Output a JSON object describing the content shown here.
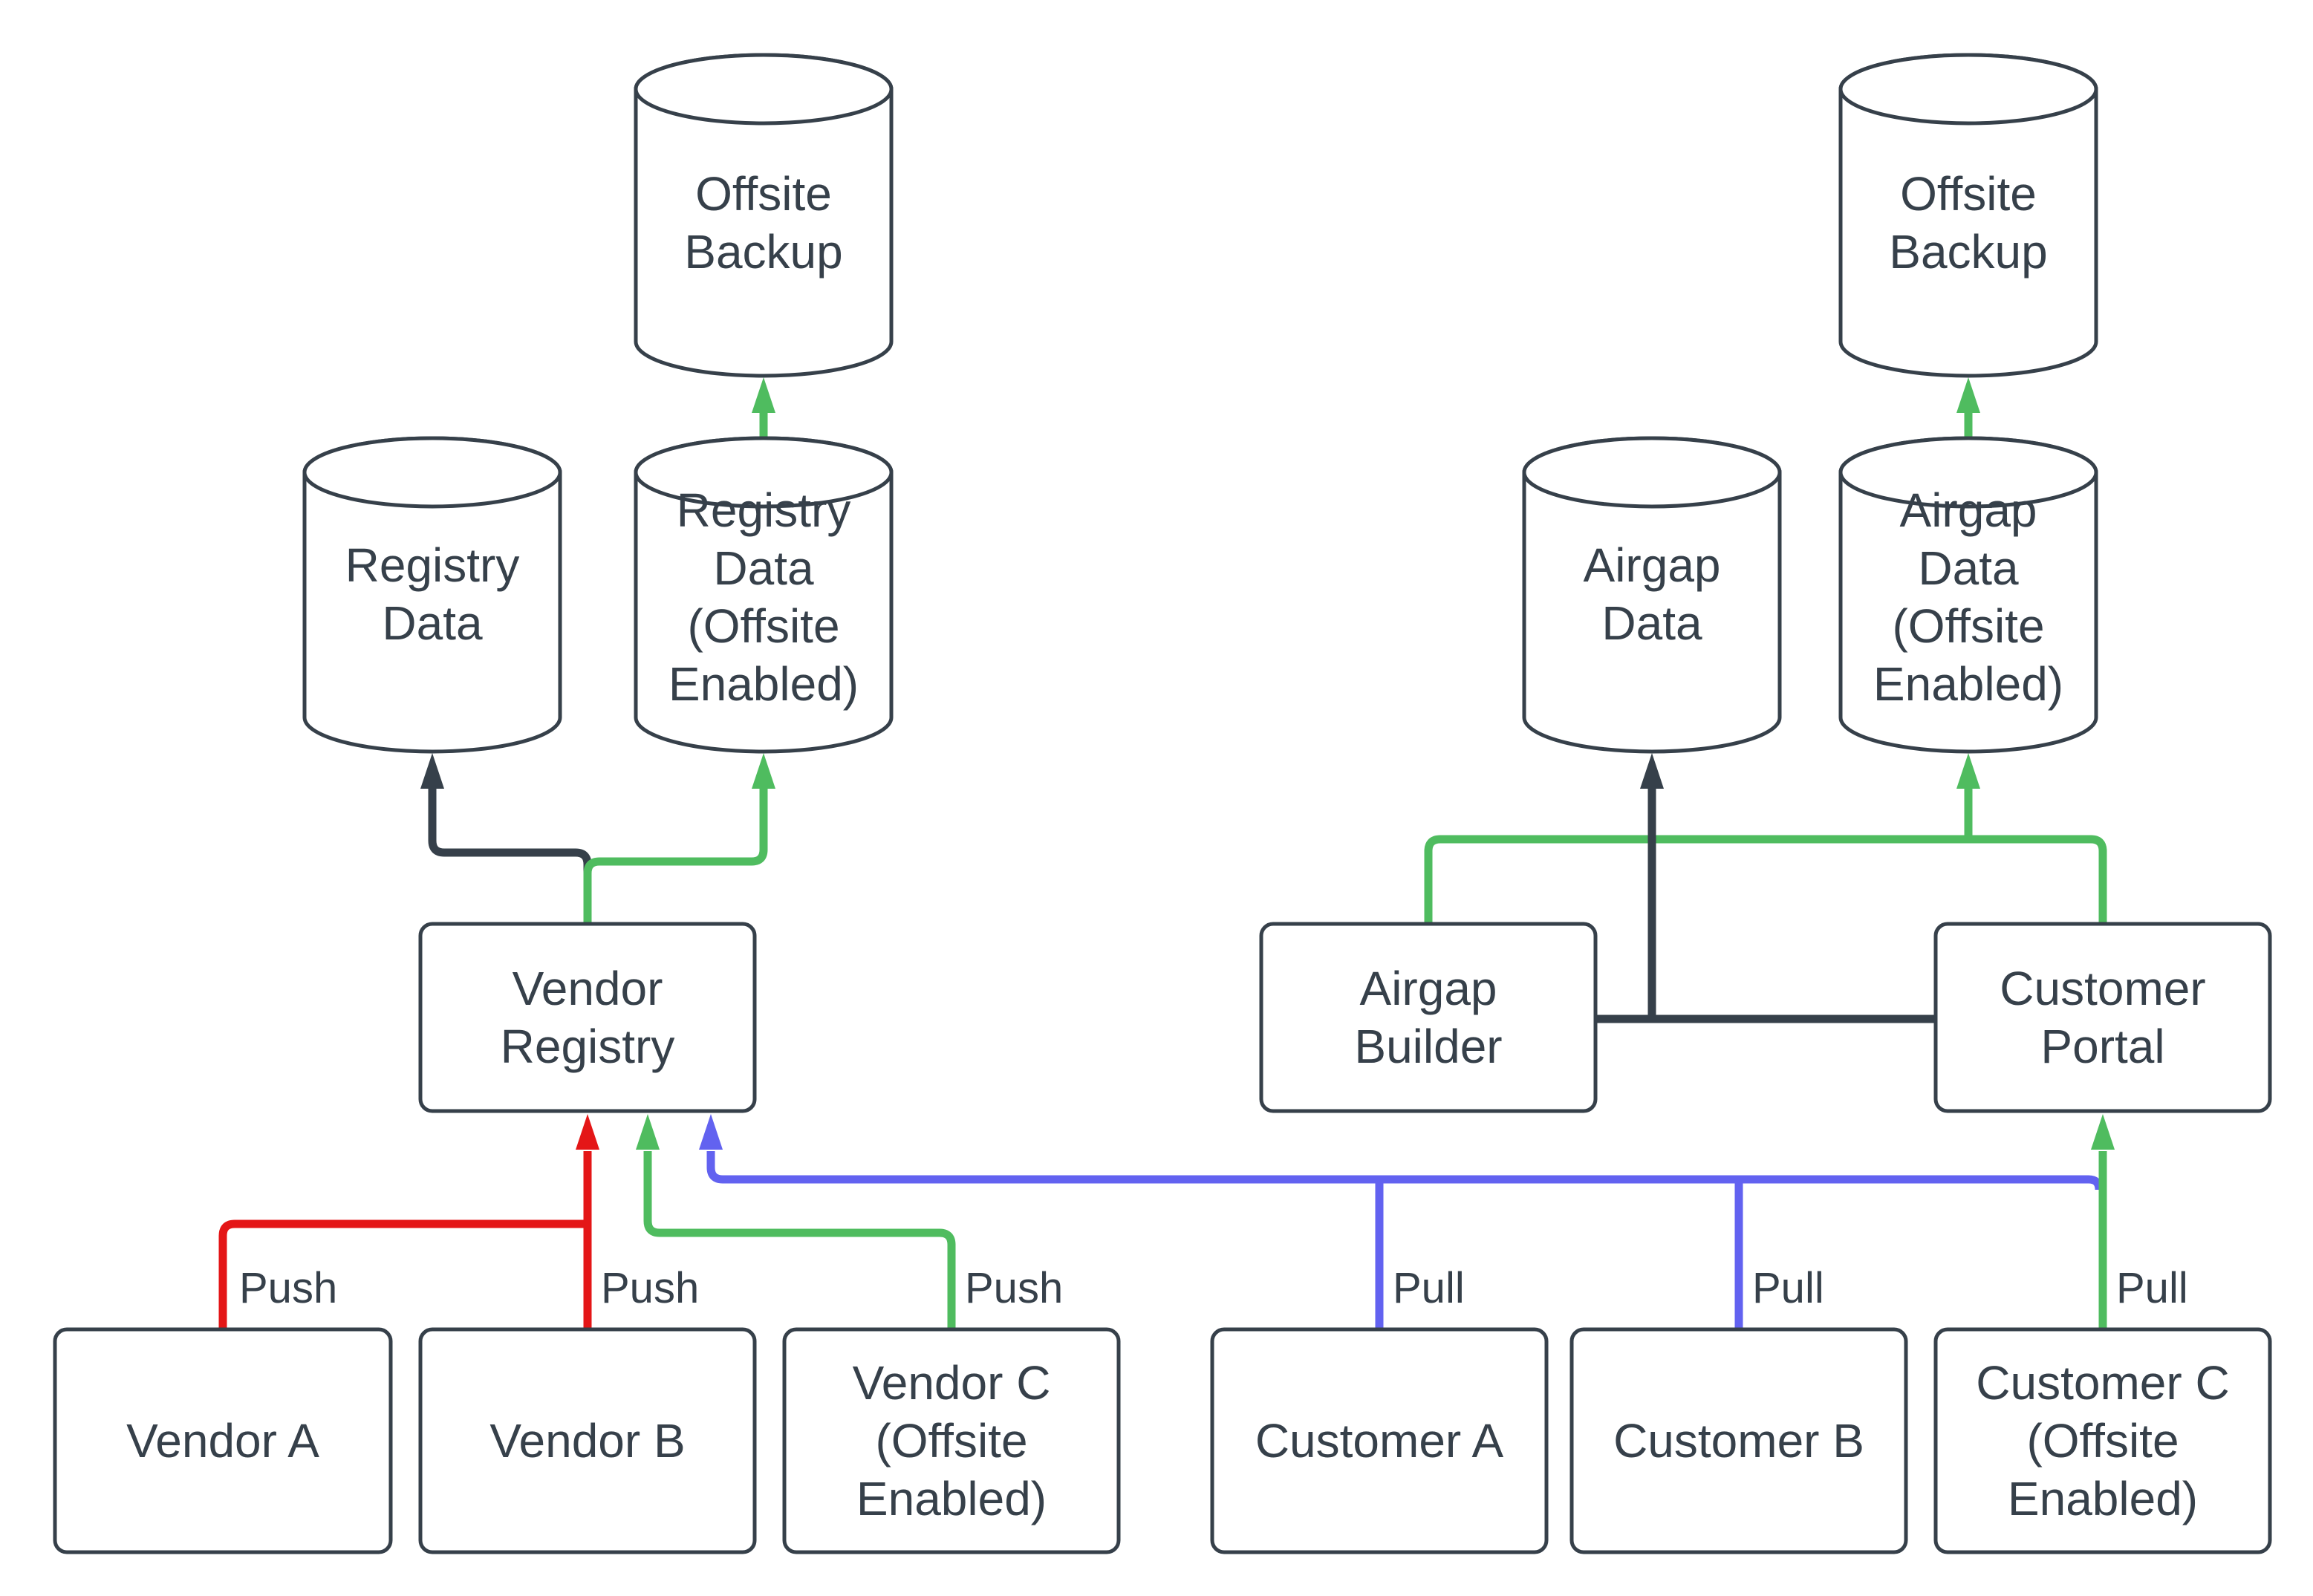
{
  "colors": {
    "dark": "#36404A",
    "green": "#4FBC5F",
    "red": "#E41617",
    "blue": "#6262F0",
    "text": "#36404A",
    "node_fill": "#FFFFFF",
    "canvas": "#FFFFFF"
  },
  "nodes": {
    "offsite_backup_left": {
      "label": "Offsite Backup",
      "shape": "cylinder"
    },
    "registry_data": {
      "label": "Registry Data",
      "shape": "cylinder"
    },
    "registry_data_offsite": {
      "label": "Registry Data (Offsite Enabled)",
      "shape": "cylinder"
    },
    "vendor_registry": {
      "label": "Vendor Registry",
      "shape": "rectangle"
    },
    "vendor_a": {
      "label": "Vendor A",
      "shape": "rectangle"
    },
    "vendor_b": {
      "label": "Vendor B",
      "shape": "rectangle"
    },
    "vendor_c": {
      "label": "Vendor C (Offsite Enabled)",
      "shape": "rectangle"
    },
    "airgap_data": {
      "label": "Airgap Data",
      "shape": "cylinder"
    },
    "airgap_data_offsite": {
      "label": "Airgap Data (Offsite Enabled)",
      "shape": "cylinder"
    },
    "offsite_backup_right": {
      "label": "Offsite Backup",
      "shape": "cylinder"
    },
    "airgap_builder": {
      "label": "Airgap Builder",
      "shape": "rectangle"
    },
    "customer_portal": {
      "label": "Customer Portal",
      "shape": "rectangle"
    },
    "customer_a": {
      "label": "Customer A",
      "shape": "rectangle"
    },
    "customer_b": {
      "label": "Customer B",
      "shape": "rectangle"
    },
    "customer_c": {
      "label": "Customer C (Offsite Enabled)",
      "shape": "rectangle"
    }
  },
  "edge_labels": {
    "push_a": "Push",
    "push_b": "Push",
    "push_c": "Push",
    "pull_a": "Pull",
    "pull_b": "Pull",
    "pull_c": "Pull"
  }
}
